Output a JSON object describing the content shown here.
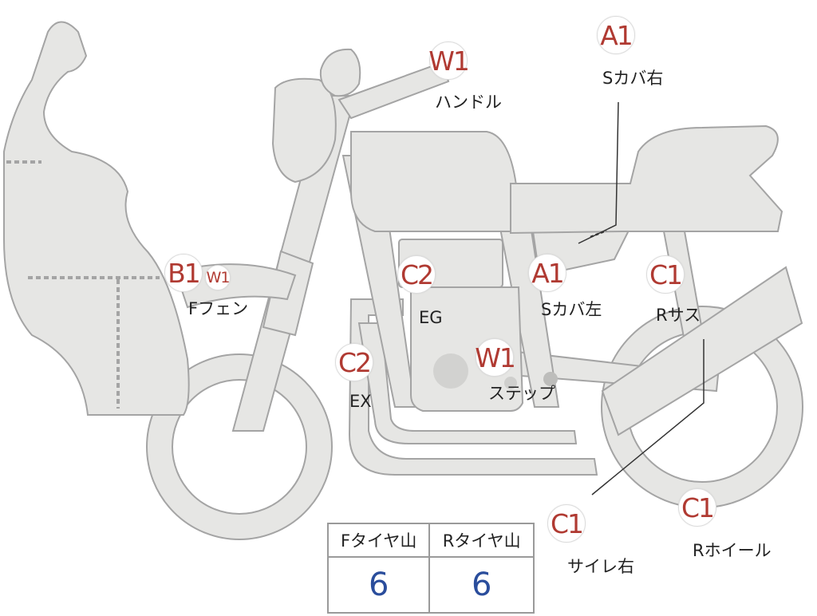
{
  "colors": {
    "badge_text": "#b03a32",
    "value_text": "#2a4d9c",
    "part_fill": "#e6e6e4",
    "part_stroke": "#a4a4a4"
  },
  "diagram": {
    "inspection_points": [
      {
        "code": "W1",
        "label": "ハンドル"
      },
      {
        "code": "A1",
        "label": "Sカバ右"
      },
      {
        "code": "B1",
        "label": ""
      },
      {
        "code": "W1",
        "label": "Fフェン"
      },
      {
        "code": "C2",
        "label": "EG"
      },
      {
        "code": "A1",
        "label": "Sカバ左"
      },
      {
        "code": "C1",
        "label": "Rサス"
      },
      {
        "code": "C2",
        "label": "EX"
      },
      {
        "code": "W1",
        "label": "ステップ"
      },
      {
        "code": "C1",
        "label": "サイレ右"
      },
      {
        "code": "C1",
        "label": "Rホイール"
      }
    ],
    "tire_table": {
      "headers": [
        "Fタイヤ山",
        "Rタイヤ山"
      ],
      "values": [
        "6",
        "6"
      ]
    }
  }
}
